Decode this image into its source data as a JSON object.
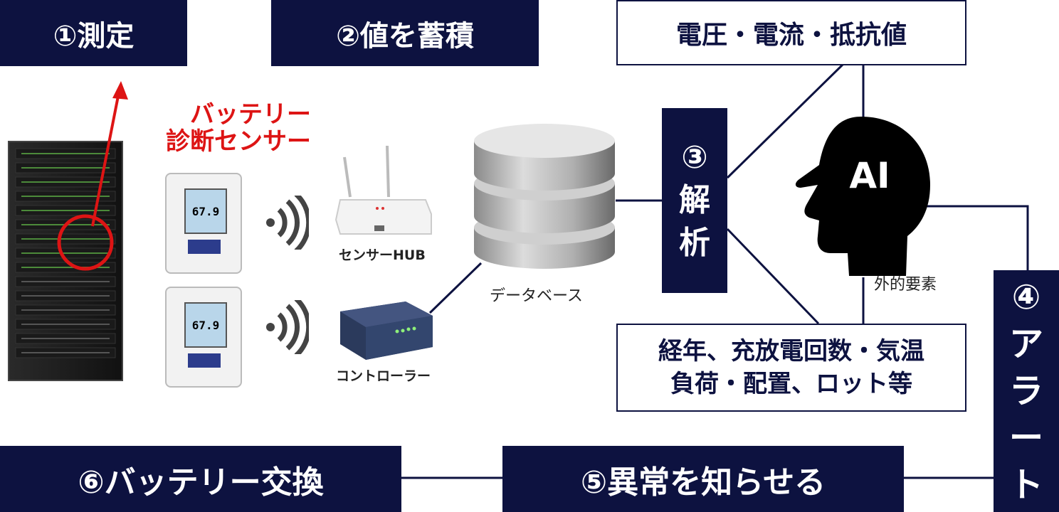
{
  "steps": {
    "step1": "①測定",
    "step2": "②値を蓄積",
    "step3_num": "③",
    "step3_chars": [
      "解",
      "析"
    ],
    "step4_num": "④",
    "step4_chars": [
      "ア",
      "ラ",
      "ー",
      "ト"
    ],
    "step5": "⑤異常を知らせる",
    "step6": "⑥バッテリー交換"
  },
  "inputs_box": "電圧・電流・抵抗値",
  "factors_box": [
    "経年、充放電回数・気温",
    "負荷・配置、ロット等"
  ],
  "ai_label": "AI",
  "external_label": "外的要素",
  "sensor_label": [
    "バッテリー",
    "診断センサー"
  ],
  "sensor_display": "67.9",
  "hub_label": "センサーHUB",
  "controller_label": "コントローラー",
  "database_label": "データベース",
  "colors": {
    "navy": "#0d1240",
    "red": "#dd1414"
  }
}
